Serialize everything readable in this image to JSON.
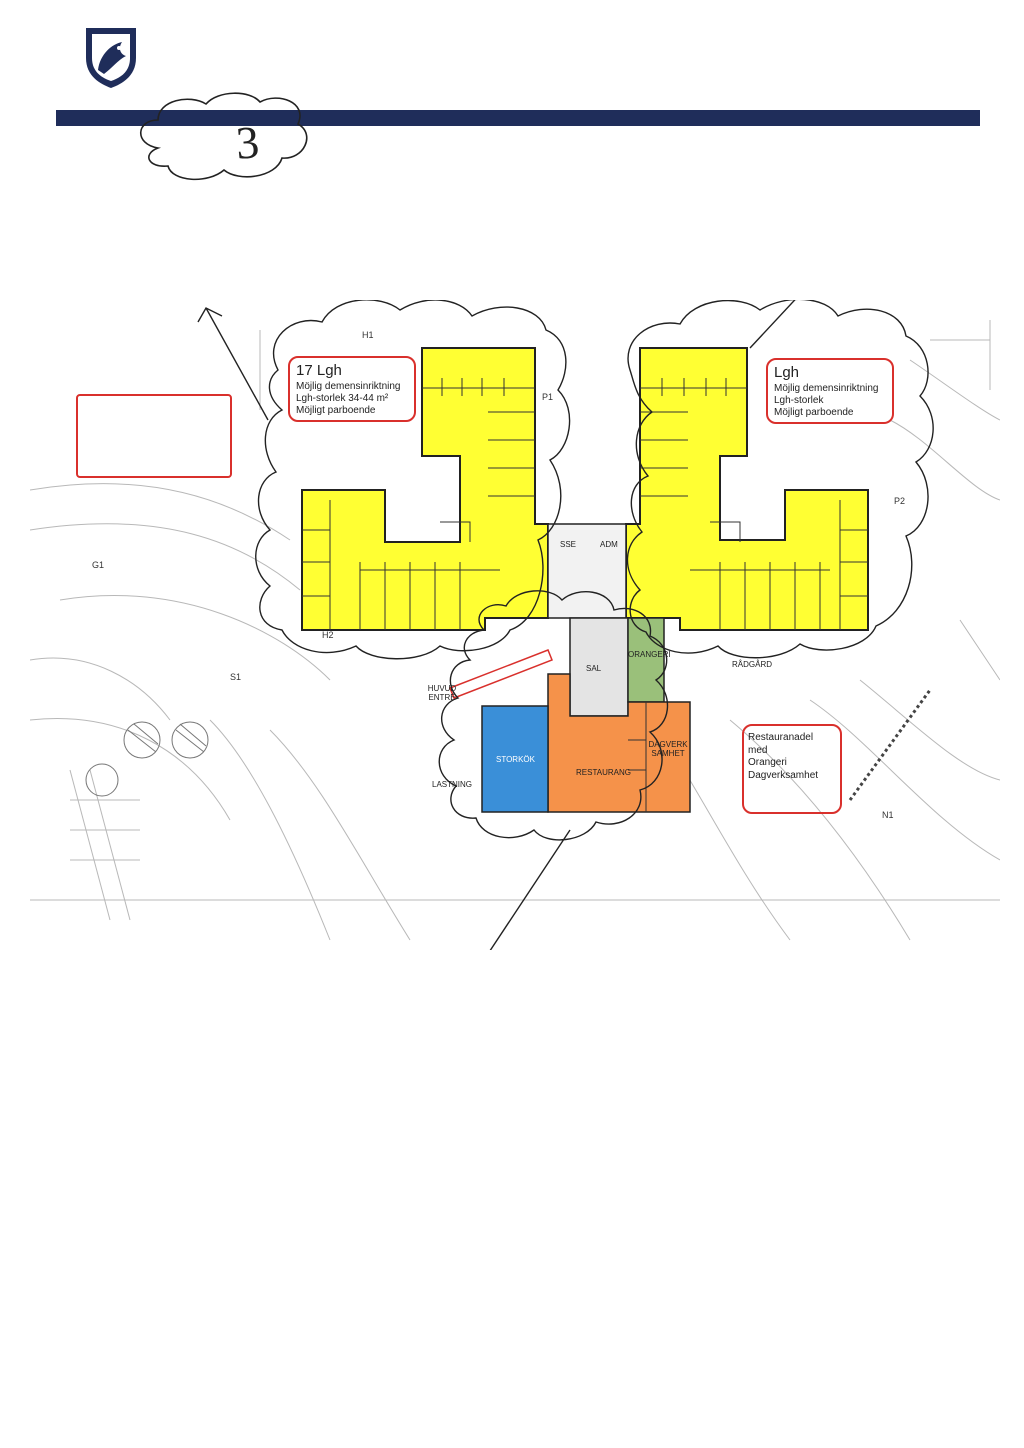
{
  "header": {
    "logo_icon": "municipal-shield-logo",
    "bar_color": "#1f2d5a"
  },
  "page_marker": {
    "number": "3"
  },
  "notes": {
    "left": {
      "title": "17 Lgh",
      "lines": [
        "Möjlig demensinriktning",
        "Lgh-storlek 34-44 m²",
        "Möjligt parboende"
      ]
    },
    "right": {
      "title": "Lgh",
      "lines": [
        "Möjlig demensinriktning",
        "Lgh-storlek",
        "Möjligt parboende"
      ]
    },
    "restaurant": {
      "lines": [
        "Restauranadel",
        "med",
        "Orangeri",
        "Dagverksamhet"
      ]
    }
  },
  "rooms": {
    "storkok": "STORKÖK",
    "restaurang": "RESTAURANG",
    "dagverksamhet": "DAGVERK SAMHET",
    "sal": "SAL",
    "orangeri": "ORANGERI",
    "sse": "SSE",
    "adm": "ADM",
    "huvudentre": "HUVUD ENTRÉ",
    "lastning": "LASTNING",
    "radgard": "RÅDGÅRD"
  },
  "map_codes": [
    "H1",
    "H2",
    "P1",
    "P2",
    "G1",
    "S1",
    "N1"
  ],
  "colors": {
    "residential": "#ffff33",
    "kitchen": "#3a8fd8",
    "restaurant": "#f5924a",
    "orangery": "#9ac07a",
    "hall": "#e4e4e4",
    "note_border": "#d9302c"
  }
}
